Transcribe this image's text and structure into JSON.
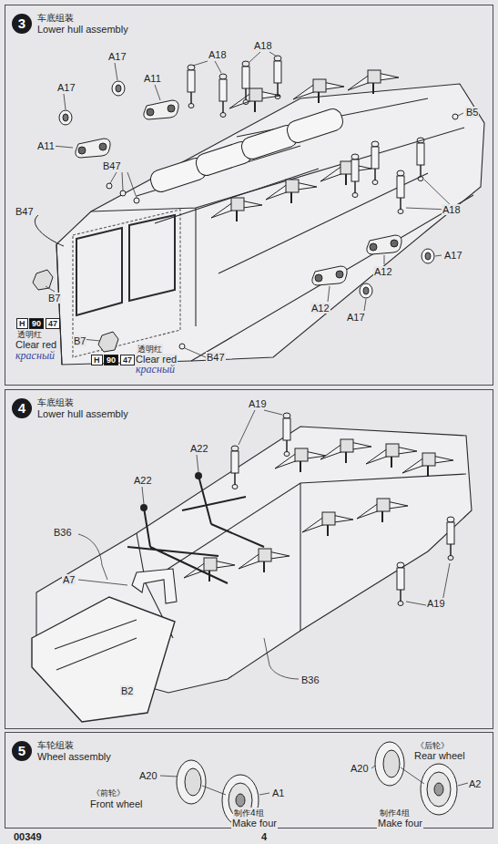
{
  "diagram": {
    "nodes": [
      {
        "text": [
          "3",
          "车底组装",
          "Lower hull assembly"
        ]
      },
      {
        "text": [
          "4",
          "车底组装",
          "Lower hull assembly"
        ]
      },
      {
        "text": [
          "5",
          "车轮组装",
          "Wheel assembly"
        ]
      }
    ],
    "labels": [
      "A18",
      "A18",
      "A17",
      "A11",
      "A17",
      "B5",
      "A11",
      "B47",
      "B47",
      "A18",
      "B7",
      "H",
      "90",
      "47",
      "透明红",
      "Clear red",
      "красный",
      "B7",
      "H",
      "90",
      "47",
      "透明红",
      "Clear red",
      "красный",
      "B47",
      "A12",
      "A17",
      "A12",
      "A17",
      "A19",
      "A22",
      "A22",
      "B36",
      "A7",
      "B2",
      "B36",
      "A19",
      "A20",
      "《前轮》",
      "Front wheel",
      "A1",
      "制作4组",
      "Make four",
      "《后轮》",
      "Rear wheel",
      "A20",
      "A2",
      "制作4组",
      "Make four",
      "00349",
      "4"
    ]
  }
}
